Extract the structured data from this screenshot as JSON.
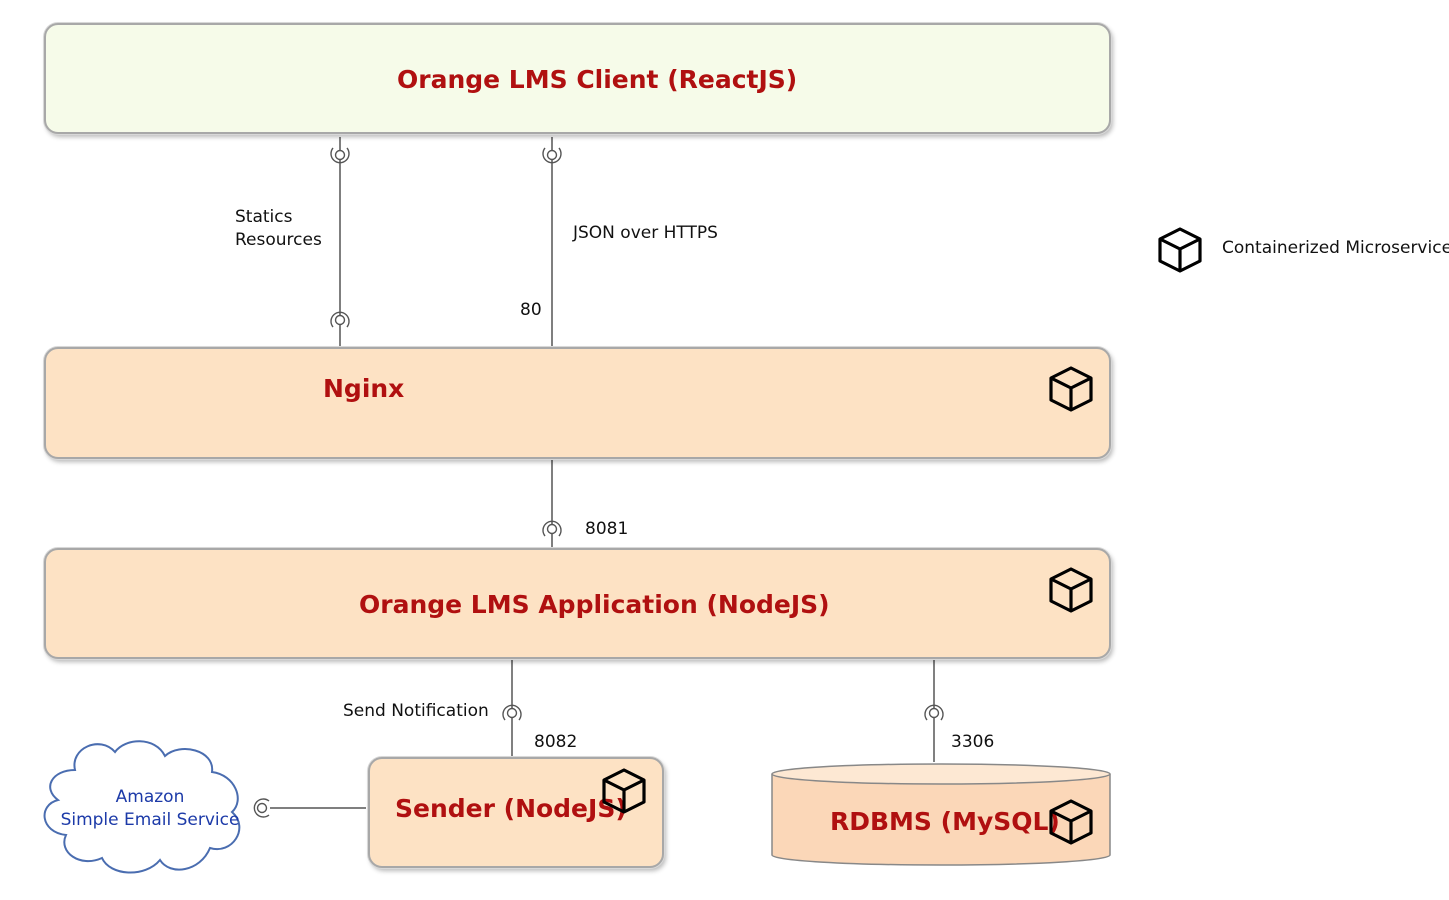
{
  "nodes": {
    "client": "Orange LMS Client (ReactJS)",
    "nginx": "Nginx",
    "app": "Orange LMS Application (NodeJS)",
    "sender": "Sender (NodeJS)",
    "db": "RDBMS (MySQL)",
    "cloud": {
      "line1": "Amazon",
      "line2": "Simple Email Service"
    }
  },
  "edge_labels": {
    "statics_1": "Statics",
    "statics_2": "Resources",
    "json": "JSON over HTTPS",
    "port_80": "80",
    "port_8081": "8081",
    "send_notification": "Send Notification",
    "port_8082": "8082",
    "port_3306": "3306"
  },
  "legend": {
    "label": "Containerized Microservice",
    "icon": "container-cube-icon"
  },
  "colors": {
    "title": "#b01010",
    "client_fill": "#f6fbe9",
    "service_fill": "#fde2c4",
    "cloud_text": "#1c3aa8"
  }
}
